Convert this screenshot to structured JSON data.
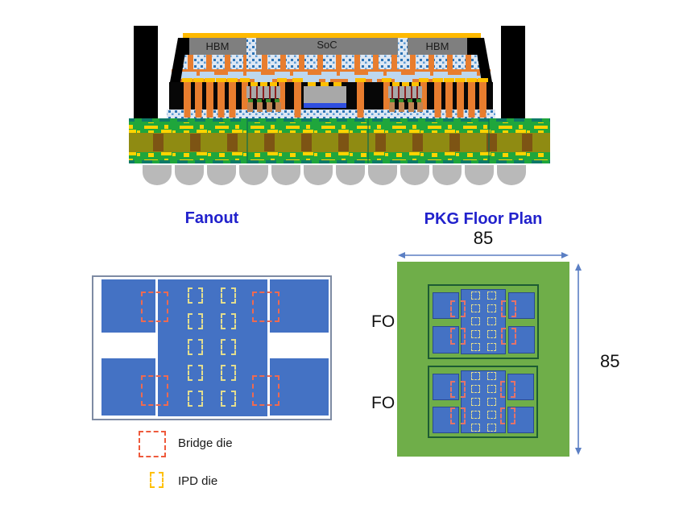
{
  "cross_section": {
    "hbm_left_label": "HBM",
    "soc_label": "SoC",
    "hbm_right_label": "HBM"
  },
  "fanout": {
    "title": "Fanout",
    "legend": {
      "bridge_label": "Bridge die",
      "ipd_label": "IPD die"
    }
  },
  "pkg_floor_plan": {
    "title": "PKG Floor Plan",
    "width_label": "85",
    "height_label": "85",
    "fo_label_top": "FO",
    "fo_label_bottom": "FO"
  },
  "colors": {
    "title_blue": "#2121CC",
    "diagram_blue": "#4472C4",
    "package_green": "#6FAE49",
    "module_border_green": "#1D5C33",
    "bridge_die_red": "#EE6A50",
    "ipd_die_yellow": "#FFC000",
    "ipd_dash_pale": "#E3DD8D",
    "arrow_blue": "#5B7FC4",
    "substrate_green": "#1FA63C",
    "substrate_core_olive": "#8F8B12",
    "via_brown": "#7D5414",
    "copper_orange": "#E87D2E",
    "lid_gold": "#FFB900",
    "die_gray": "#7F7F7F",
    "solder_gray": "#B9B9B9"
  }
}
